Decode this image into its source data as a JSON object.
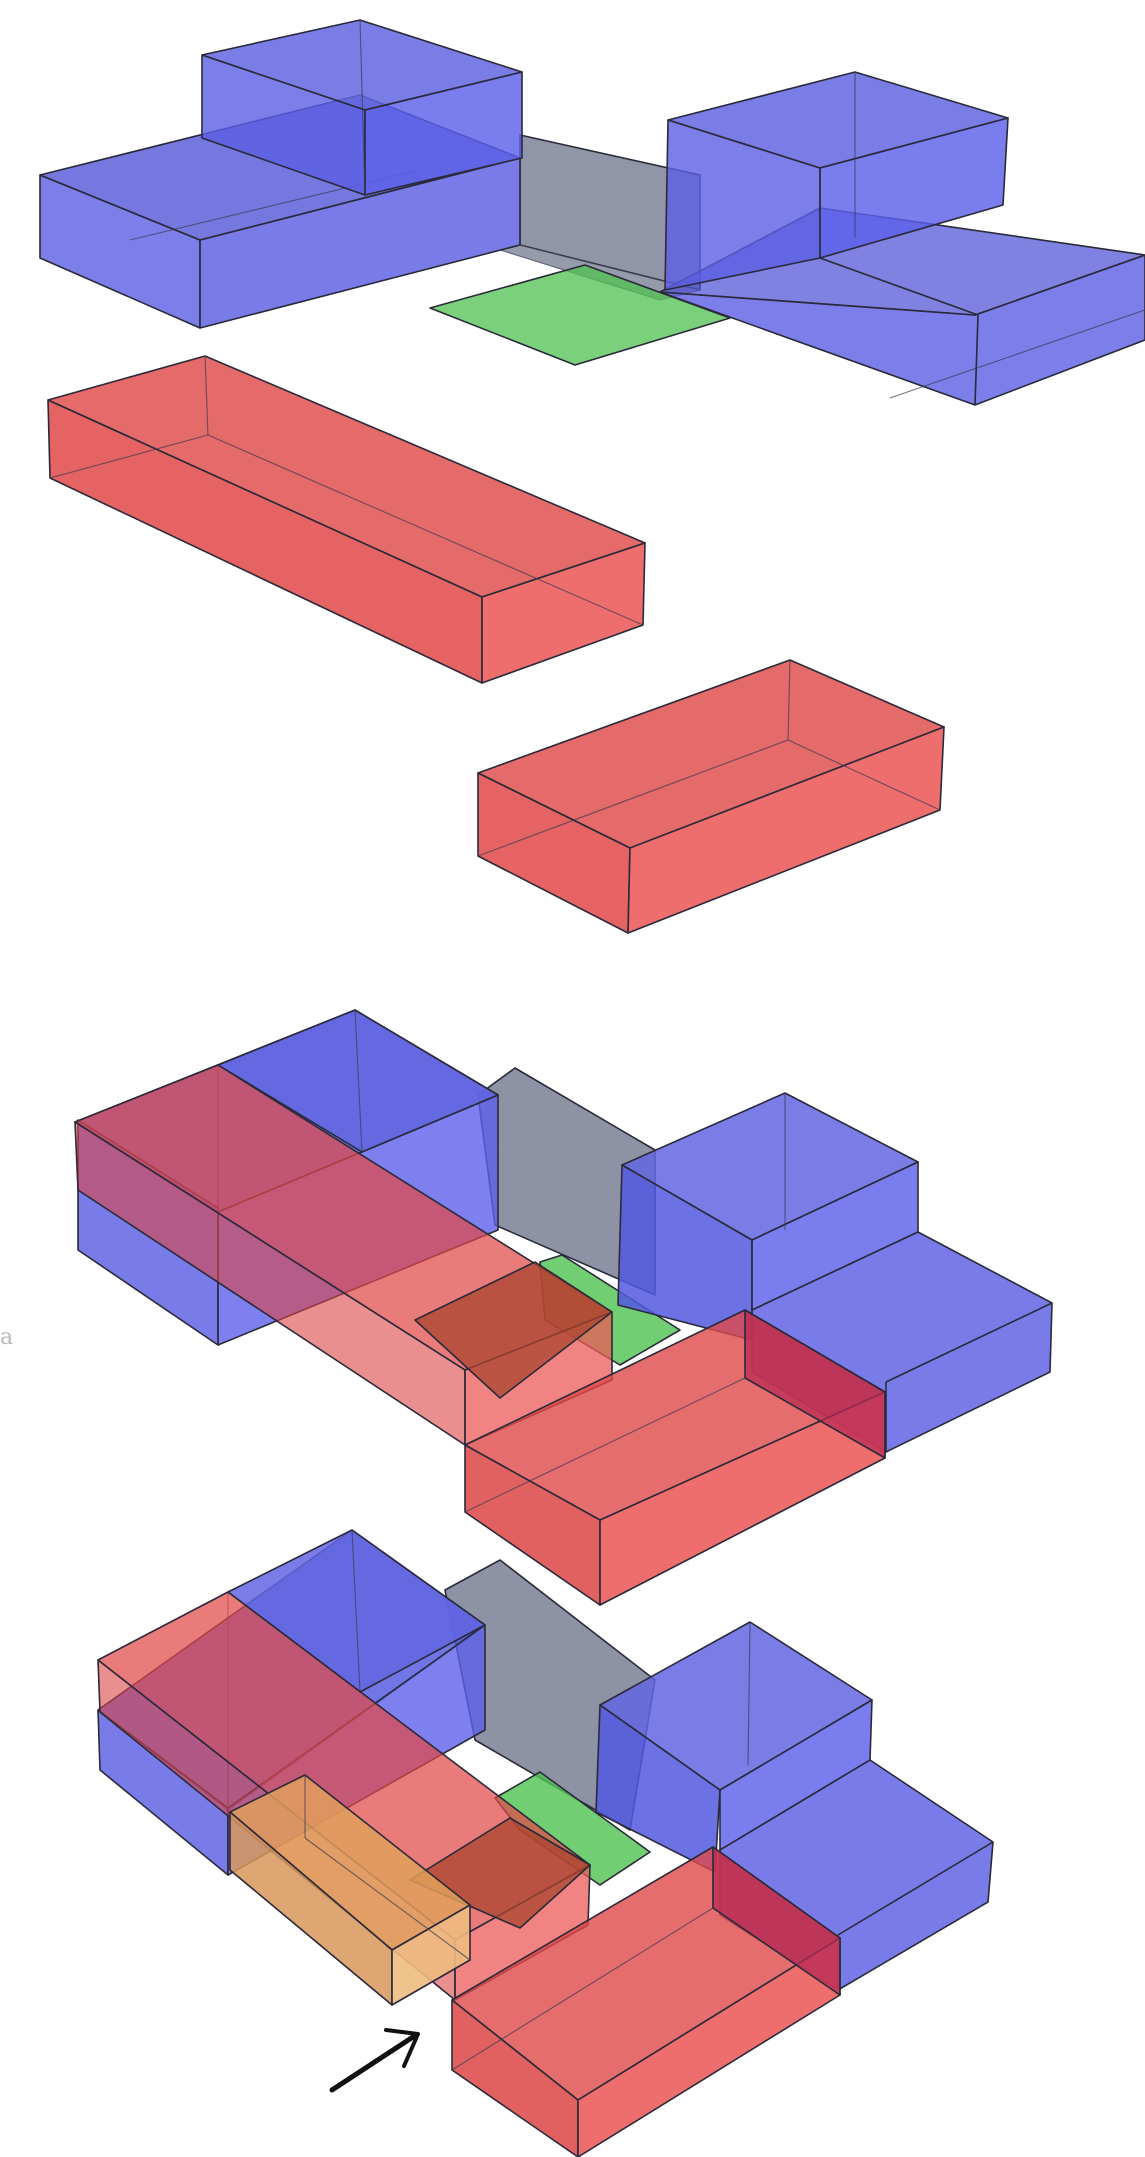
{
  "colors": {
    "background": "#ffffff",
    "blue_volume": "#5b5fe3",
    "red_volume": "#e84848",
    "grey_volume": "#7d8399",
    "green_volume": "#4fc24f",
    "tan_volume": "#e2a15c",
    "edge": "#2a2a3a",
    "arrow": "#111111",
    "margin_glyph": "#b8b8b8"
  },
  "stages": [
    {
      "name": "exploded-volumes",
      "volumes": [
        "blue",
        "blue",
        "grey",
        "green",
        "red",
        "red"
      ]
    },
    {
      "name": "assembled-volumes",
      "volumes": [
        "blue",
        "blue",
        "grey",
        "green",
        "red",
        "red"
      ]
    },
    {
      "name": "assembled-volumes-with-addition",
      "volumes": [
        "blue",
        "blue",
        "grey",
        "green",
        "red",
        "red",
        "tan"
      ]
    }
  ],
  "margin_glyph": "a",
  "pointer_icon": "arrow-icon"
}
